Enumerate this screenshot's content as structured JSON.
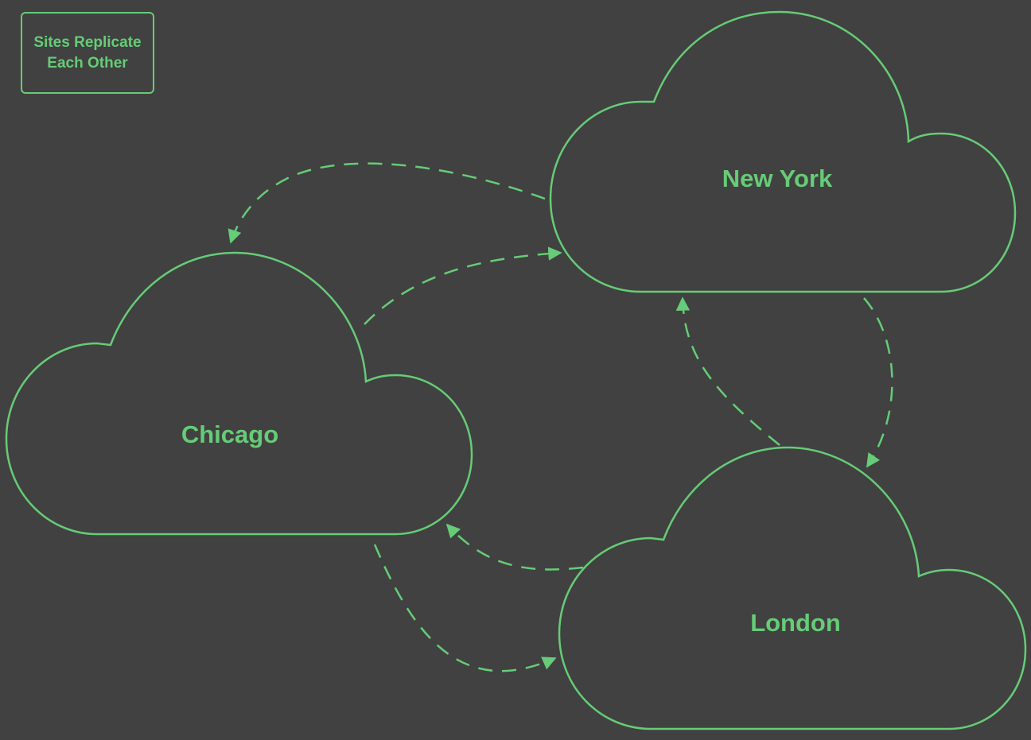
{
  "legend": {
    "text": "Sites Replicate\nEach Other"
  },
  "nodes": [
    {
      "id": "new-york",
      "label": "New York"
    },
    {
      "id": "chicago",
      "label": "Chicago"
    },
    {
      "id": "london",
      "label": "London"
    }
  ],
  "edges": [
    {
      "from": "new-york",
      "to": "chicago",
      "style": "dashed"
    },
    {
      "from": "chicago",
      "to": "new-york",
      "style": "dashed"
    },
    {
      "from": "new-york",
      "to": "london",
      "style": "dashed"
    },
    {
      "from": "london",
      "to": "new-york",
      "style": "dashed"
    },
    {
      "from": "london",
      "to": "chicago",
      "style": "dashed"
    },
    {
      "from": "chicago",
      "to": "london",
      "style": "dashed"
    }
  ],
  "colors": {
    "background": "#414141",
    "accent": "#66cc77"
  }
}
